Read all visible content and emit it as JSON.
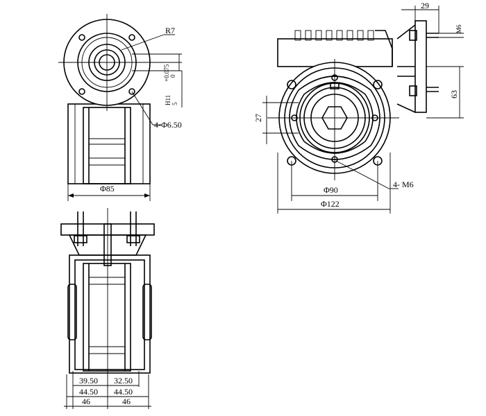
{
  "dimensions": {
    "r7": "R7",
    "h11": "H11",
    "tol_upper": "+0.075",
    "tol_lower": "0",
    "five": "5",
    "holes_small": "4-Φ6.50",
    "d85": "Φ85",
    "d90": "Φ90",
    "d122": "Φ122",
    "m6_holes": "4- M6",
    "d27": "27",
    "d29": "29",
    "m6": "M6",
    "d63": "63",
    "d39_5": "39.50",
    "d32_5": "32.50",
    "d44_5a": "44.50",
    "d44_5b": "44.50",
    "d46a": "46",
    "d46b": "46"
  },
  "colors": {
    "line": "#000000",
    "background": "#ffffff"
  }
}
